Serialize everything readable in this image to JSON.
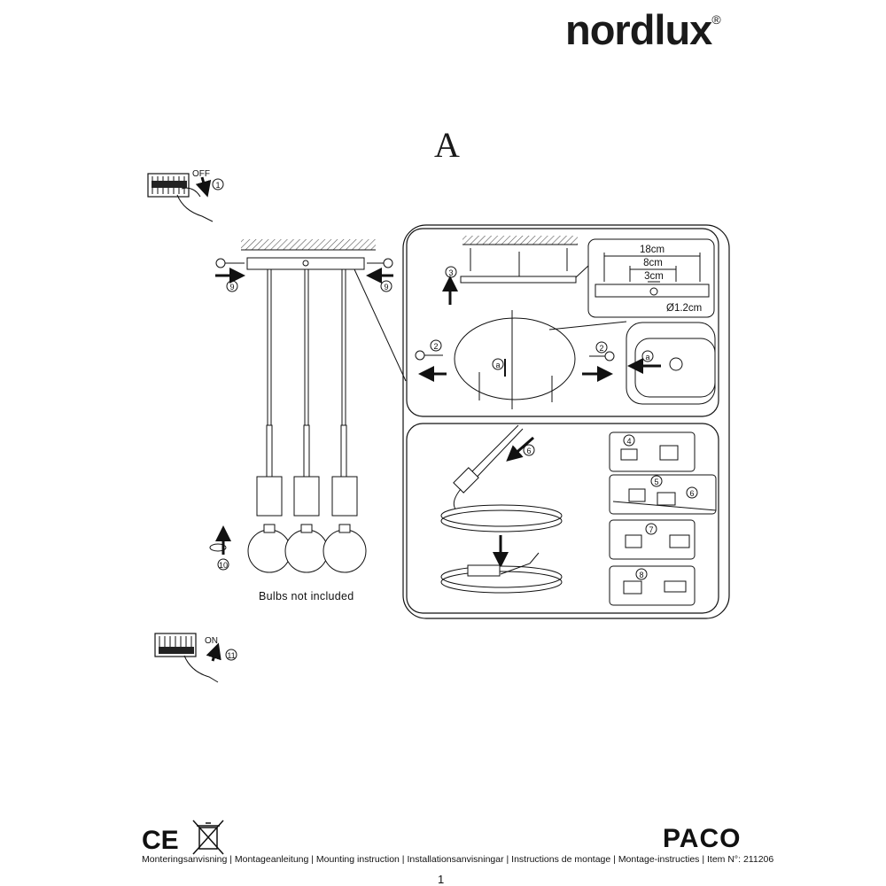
{
  "brand": {
    "name": "nordlux",
    "registered": "®"
  },
  "section": "A",
  "switches": {
    "off_label": "OFF",
    "on_label": "ON"
  },
  "step_numbers": [
    "1",
    "2",
    "3",
    "4",
    "5",
    "6",
    "7",
    "8",
    "9",
    "10",
    "11"
  ],
  "marker_a": "a",
  "dimensions": {
    "d1": "18cm",
    "d2": "8cm",
    "d3": "3cm",
    "hole": "Ø1.2cm"
  },
  "bulbs_note": "Bulbs not included",
  "certifications": {
    "ce": "CE",
    "weee_icon": "crossed-out-bin-icon"
  },
  "product_name": "PACO",
  "footer": {
    "languages": [
      "Monteringsanvisning",
      "Montageanleitung",
      "Mounting instruction",
      "Installationsanvisningar",
      "Instructions de montage",
      "Montage-instructies"
    ],
    "item_label": "Item N°:",
    "item_number": "211206"
  },
  "page_number": "1"
}
